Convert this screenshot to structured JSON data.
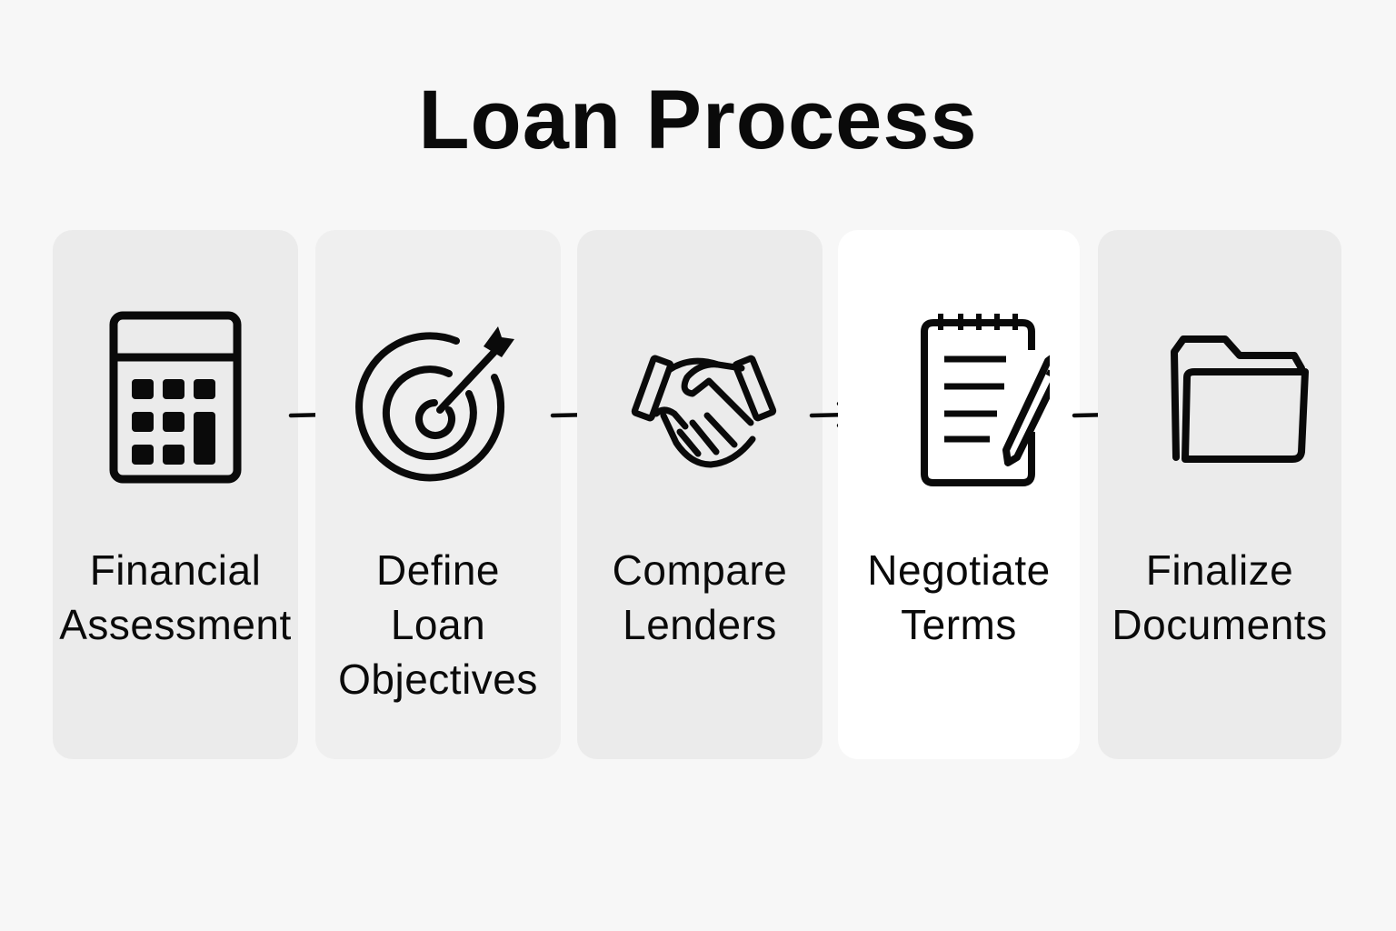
{
  "title": "Loan Process",
  "colors": {
    "background": "#f7f7f7",
    "card_gray": "#ebebeb",
    "card_light": "#efefef",
    "card_white": "#ffffff",
    "ink": "#0a0a0a"
  },
  "steps": [
    {
      "icon": "calculator-icon",
      "label_lines": [
        "Financial",
        "Assessment"
      ]
    },
    {
      "icon": "target-arrow-icon",
      "label_lines": [
        "Define",
        "Loan",
        "Objectives"
      ]
    },
    {
      "icon": "handshake-icon",
      "label_lines": [
        "Compare",
        "Lenders"
      ]
    },
    {
      "icon": "notepad-pencil-icon",
      "label_lines": [
        "Negotiate",
        "Terms"
      ]
    },
    {
      "icon": "folder-icon",
      "label_lines": [
        "Finalize",
        "Documents"
      ]
    }
  ],
  "connectors": [
    "arrow-right-icon",
    "arrow-right-icon",
    "arrow-right-icon",
    "arrow-right-icon"
  ]
}
